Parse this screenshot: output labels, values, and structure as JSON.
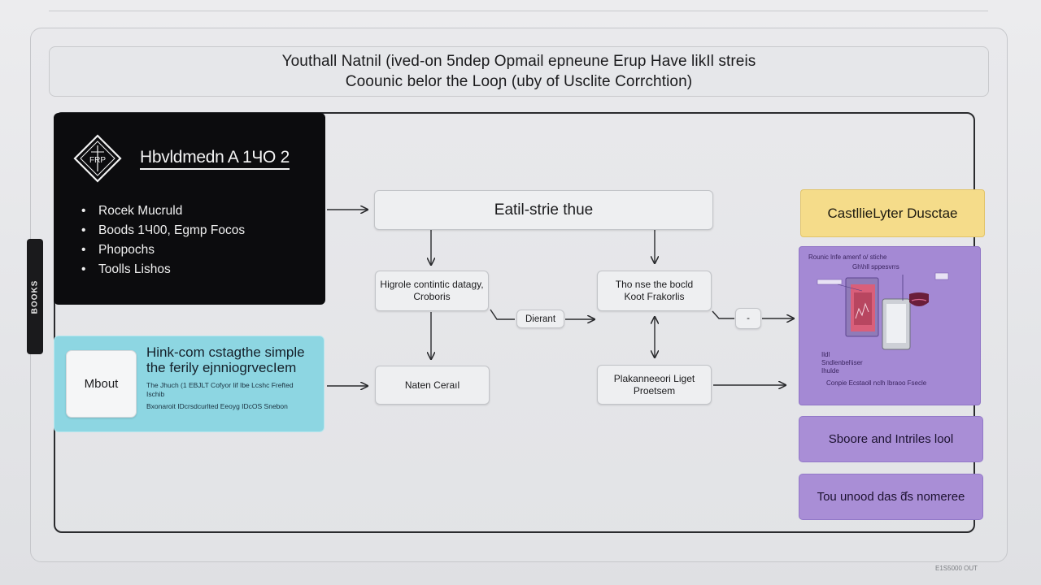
{
  "header": {
    "line1": "Youthall Natnil (ived-on 5ndep Opmail epneune Erup Have likIl streis",
    "line2": "Coounic belor the Looɲ (uby of Usclite Corrchtion)"
  },
  "side_tab": {
    "label": "BOOKS"
  },
  "black_card": {
    "logo_text": "FRP",
    "title": "Hbvldmedn A 1ЧО 2",
    "bullets": [
      "Rocek Mucruld",
      "Boods 1Ч00, Egmp Focos",
      "Phopochs",
      "Toolls Lishos"
    ]
  },
  "teal_card": {
    "button_label": "Mbout",
    "heading_line1": "Hink-com cstagthe simple",
    "heading_line2": "the ferily ejnniogrvecIem",
    "small_line1": "The Jhuch (1 EBJLT Cofyor lif Ibe Lcshc Frefted",
    "small_line2": "Ischib",
    "small_line3": "Bxonaroit IDcrsdcurlted Eeoyg IDcOS Snebon"
  },
  "nodes": {
    "main": "Eatil-strie thue",
    "left_top_line1": "Higrole contintic datagy,",
    "left_top_line2": "Croboris",
    "right_top_line1": "Tho nse the bocld",
    "right_top_line2": "Koot Frakorlis",
    "middle": "Dierant",
    "dash": "-",
    "left_bottom": "Naten Ceraıl",
    "right_bottom_line1": "Plakanneeori Liget",
    "right_bottom_line2": "Proetsem"
  },
  "right_column": {
    "yellow": "CastllieLyter Dusctae",
    "purple_panel": {
      "line1": "Rounic lnfe amenf o/ stiche",
      "line2": "Gh\\hll sppesvrrs",
      "line3": "Ildl",
      "line4": "Sndlenbel\\iser",
      "line5": "Ihulde",
      "caption": "Conpie Ecstaoll nclh Ibraoo Fsecle"
    },
    "button1": "Sboore and Intriles lool",
    "button2": "Tou unood das ɗ̃s nomeree"
  },
  "footer": {
    "note": "E1S5000 OUT"
  },
  "colors": {
    "black_card": "#0c0c0e",
    "teal_card": "#8dd6e2",
    "yellow_card": "#f5dc8a",
    "purple": "#a489d4"
  }
}
